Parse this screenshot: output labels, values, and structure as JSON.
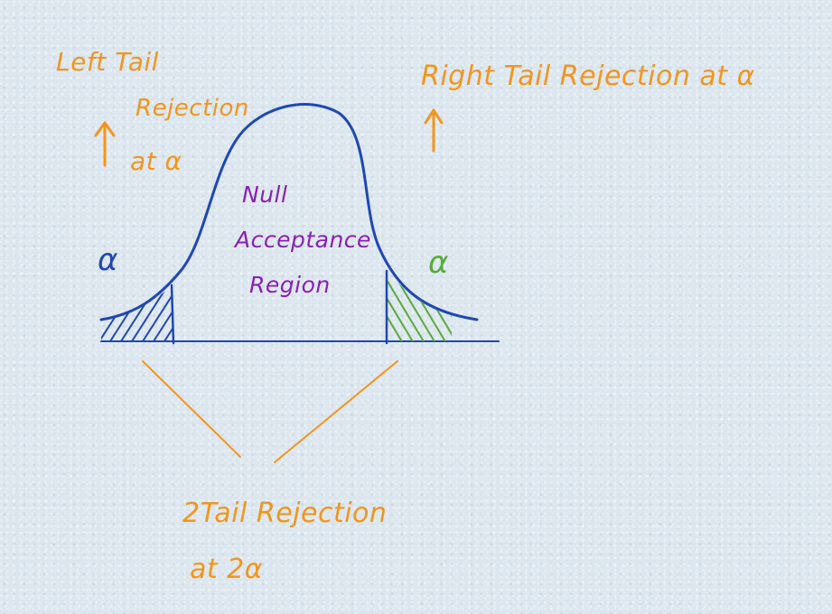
{
  "labels": {
    "left_tail_line1": "Left Tail",
    "left_tail_line2": "Rejection",
    "left_tail_line3": "at α",
    "right_tail": "Right Tail Rejection at α",
    "null_line1": "Null",
    "null_line2": "Acceptance",
    "null_line3": "Region",
    "alpha_left": "α",
    "alpha_right": "α",
    "two_tail_line1": "2Tail Rejection",
    "two_tail_line2": "at 2α"
  },
  "colors": {
    "orange": "#f0961e",
    "blue": "#1f48b4",
    "purple": "#8a1fb5",
    "green": "#5aaa3c",
    "background": "#dce6ee"
  }
}
